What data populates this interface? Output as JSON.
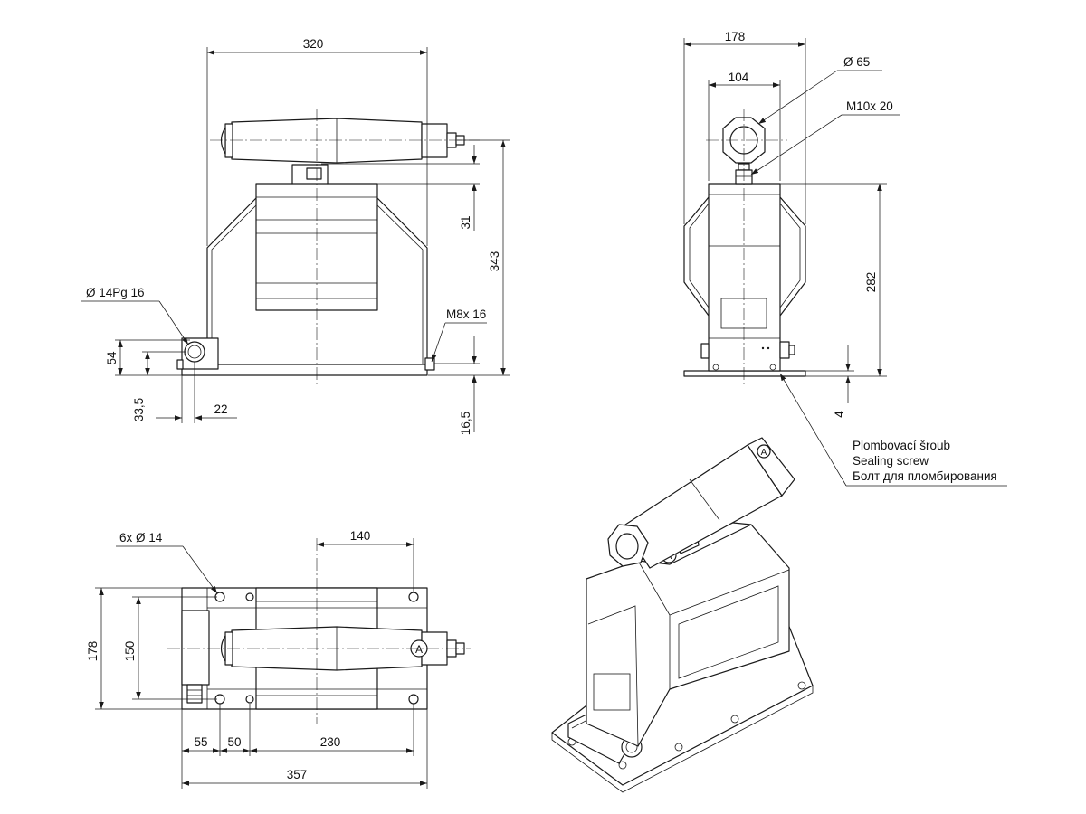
{
  "front_view": {
    "width": "320",
    "height_total": "343",
    "height_holder": "31",
    "hole_label": "Ø 14Pg 16",
    "screw_label": "M8x 16",
    "dim_54": "54",
    "dim_33_5": "33,5",
    "dim_22": "22",
    "dim_16_5": "16,5"
  },
  "side_view": {
    "width": "178",
    "width_inner": "104",
    "diameter_label": "Ø 65",
    "thread_label": "M10x 20",
    "height": "282",
    "dim_4": "4",
    "sealing_note": [
      "Plombovací šroub",
      "Sealing screw",
      "Болт для пломбирования"
    ]
  },
  "top_view": {
    "holes_label": "6x  Ø 14",
    "dim_140": "140",
    "dim_178": "178",
    "dim_150": "150",
    "dim_55": "55",
    "dim_50": "50",
    "dim_230": "230",
    "dim_357": "357",
    "marker": "A"
  },
  "iso_view": {
    "marker": "A"
  }
}
